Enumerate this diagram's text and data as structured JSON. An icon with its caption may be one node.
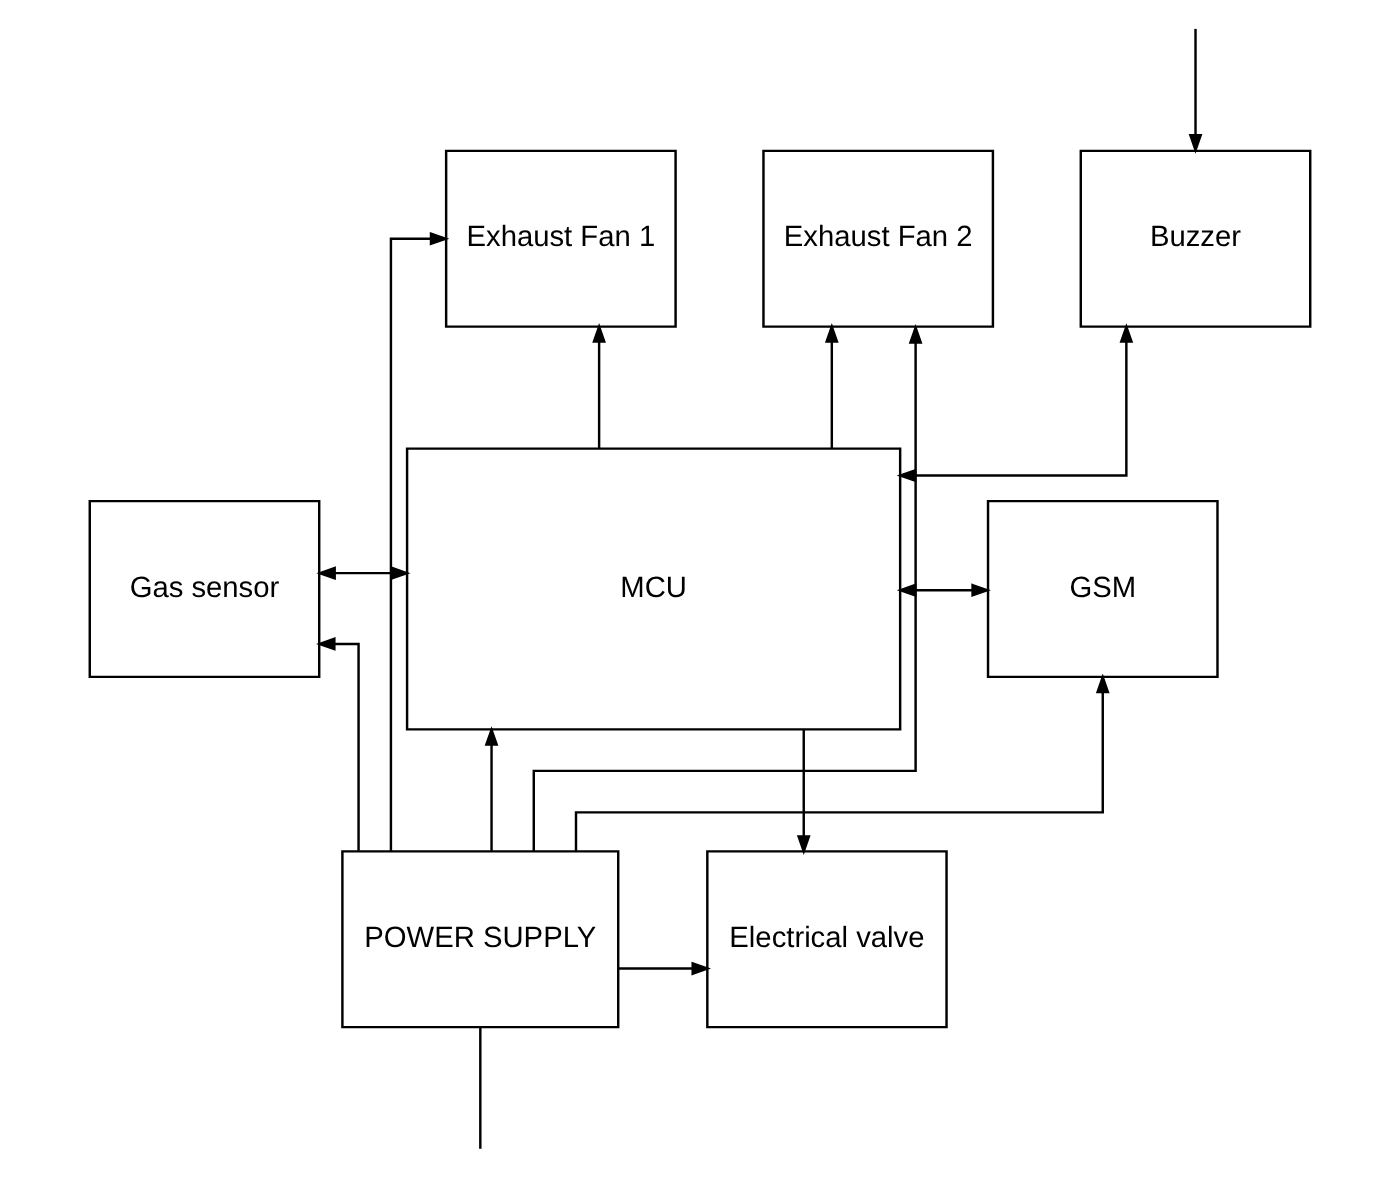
{
  "diagram": {
    "nodes": [
      {
        "text": [
          "Exhaust Fan 1"
        ]
      },
      {
        "text": [
          "Exhaust Fan 2"
        ]
      },
      {
        "text": [
          "Buzzer"
        ]
      },
      {
        "text": [
          "Gas sensor"
        ]
      },
      {
        "text": [
          "MCU"
        ]
      },
      {
        "text": [
          "GSM"
        ]
      },
      {
        "text": [
          "POWER SUPPLY"
        ]
      },
      {
        "text": [
          "Electrical valve"
        ]
      }
    ],
    "edges": [
      {
        "from": 6,
        "to": 0,
        "arrow": "to"
      },
      {
        "from": 6,
        "to": 1,
        "arrow": "to"
      },
      {
        "from": null,
        "to": 2,
        "arrow": "to"
      },
      {
        "from": 4,
        "to": 0,
        "arrow": "to"
      },
      {
        "from": 4,
        "to": 1,
        "arrow": "to"
      },
      {
        "from": 4,
        "to": 2,
        "arrow": "both"
      },
      {
        "from": 4,
        "to": 3,
        "arrow": "both"
      },
      {
        "from": 4,
        "to": 5,
        "arrow": "both"
      },
      {
        "from": 6,
        "to": 5,
        "arrow": "to"
      },
      {
        "from": 4,
        "to": 7,
        "arrow": "to"
      },
      {
        "from": 6,
        "to": 4,
        "arrow": "to"
      },
      {
        "from": 6,
        "to": 3,
        "arrow": "to"
      },
      {
        "from": 6,
        "to": 7,
        "arrow": "to"
      },
      {
        "from": null,
        "to": 6,
        "arrow": "none"
      }
    ]
  }
}
